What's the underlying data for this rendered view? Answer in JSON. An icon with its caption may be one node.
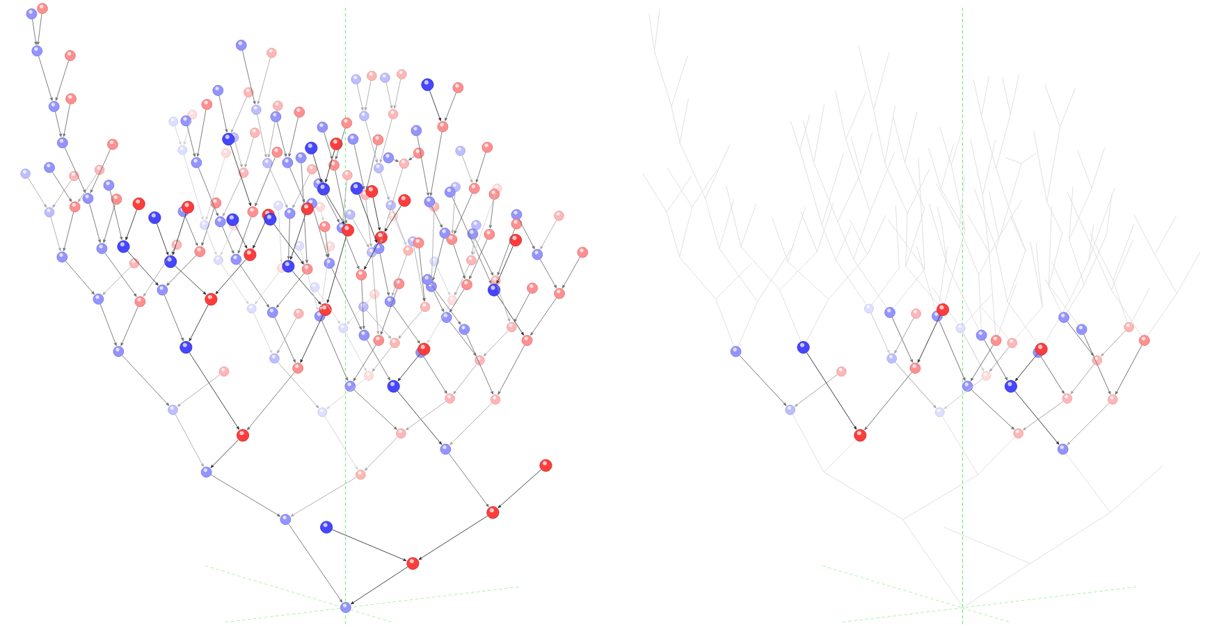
{
  "diagram": {
    "nodes": [
      {
        "text": [],
        "shape": "circle"
      },
      {
        "text": [],
        "shape": "circle"
      },
      {
        "text": [],
        "shape": "circle"
      },
      {
        "text": [],
        "shape": "circle"
      },
      {
        "text": [],
        "shape": "circle"
      },
      {
        "text": [],
        "shape": "circle"
      },
      {
        "text": [],
        "shape": "circle"
      },
      {
        "text": [],
        "shape": "circle"
      },
      {
        "text": [],
        "shape": "circle"
      },
      {
        "text": [],
        "shape": "circle"
      },
      {
        "text": [],
        "shape": "circle"
      },
      {
        "text": [],
        "shape": "circle"
      },
      {
        "text": [],
        "shape": "circle"
      },
      {
        "text": [],
        "shape": "circle"
      },
      {
        "text": [],
        "shape": "circle"
      },
      {
        "text": [],
        "shape": "circle"
      },
      {
        "text": [],
        "shape": "circle"
      },
      {
        "text": [],
        "shape": "circle"
      },
      {
        "text": [],
        "shape": "circle"
      },
      {
        "text": [],
        "shape": "circle"
      },
      {
        "text": [],
        "shape": "circle"
      },
      {
        "text": [],
        "shape": "circle"
      },
      {
        "text": [],
        "shape": "circle"
      },
      {
        "text": [],
        "shape": "circle"
      },
      {
        "text": [],
        "shape": "circle"
      },
      {
        "text": [],
        "shape": "circle"
      },
      {
        "text": [],
        "shape": "circle"
      },
      {
        "text": [],
        "shape": "circle"
      },
      {
        "text": [],
        "shape": "circle"
      },
      {
        "text": [],
        "shape": "circle"
      },
      {
        "text": [],
        "shape": "circle"
      },
      {
        "text": [],
        "shape": "circle"
      },
      {
        "text": [],
        "shape": "circle"
      },
      {
        "text": [],
        "shape": "circle"
      },
      {
        "text": [],
        "shape": "circle"
      },
      {
        "text": [],
        "shape": "circle"
      },
      {
        "text": [],
        "shape": "circle"
      },
      {
        "text": [],
        "shape": "circle"
      },
      {
        "text": [],
        "shape": "circle"
      },
      {
        "text": [],
        "shape": "circle"
      },
      {
        "text": [],
        "shape": "circle"
      },
      {
        "text": [],
        "shape": "circle"
      },
      {
        "text": [],
        "shape": "circle"
      },
      {
        "text": [],
        "shape": "circle"
      },
      {
        "text": [],
        "shape": "circle"
      },
      {
        "text": [],
        "shape": "circle"
      },
      {
        "text": [],
        "shape": "circle"
      },
      {
        "text": [],
        "shape": "circle"
      },
      {
        "text": [],
        "shape": "circle"
      },
      {
        "text": [],
        "shape": "circle"
      },
      {
        "text": [],
        "shape": "circle"
      },
      {
        "text": [],
        "shape": "circle"
      },
      {
        "text": [],
        "shape": "circle"
      },
      {
        "text": [],
        "shape": "circle"
      },
      {
        "text": [],
        "shape": "circle"
      },
      {
        "text": [],
        "shape": "circle"
      },
      {
        "text": [],
        "shape": "circle"
      },
      {
        "text": [],
        "shape": "circle"
      },
      {
        "text": [],
        "shape": "circle"
      },
      {
        "text": [],
        "shape": "circle"
      },
      {
        "text": [],
        "shape": "circle"
      },
      {
        "text": [],
        "shape": "circle"
      },
      {
        "text": [],
        "shape": "circle"
      },
      {
        "text": [],
        "shape": "circle"
      },
      {
        "text": [],
        "shape": "circle"
      },
      {
        "text": [],
        "shape": "circle"
      },
      {
        "text": [],
        "shape": "circle"
      },
      {
        "text": [],
        "shape": "circle"
      },
      {
        "text": [],
        "shape": "circle"
      },
      {
        "text": [],
        "shape": "circle"
      },
      {
        "text": [],
        "shape": "circle"
      },
      {
        "text": [],
        "shape": "circle"
      },
      {
        "text": [],
        "shape": "circle"
      },
      {
        "text": [],
        "shape": "circle"
      },
      {
        "text": [],
        "shape": "circle"
      },
      {
        "text": [],
        "shape": "circle"
      },
      {
        "text": [],
        "shape": "circle"
      },
      {
        "text": [],
        "shape": "circle"
      },
      {
        "text": [],
        "shape": "circle"
      },
      {
        "text": [],
        "shape": "circle"
      },
      {
        "text": [],
        "shape": "circle"
      },
      {
        "text": [],
        "shape": "circle"
      },
      {
        "text": [],
        "shape": "circle"
      },
      {
        "text": [],
        "shape": "circle"
      },
      {
        "text": [],
        "shape": "circle"
      },
      {
        "text": [],
        "shape": "circle"
      },
      {
        "text": [],
        "shape": "circle"
      },
      {
        "text": [],
        "shape": "circle"
      },
      {
        "text": [],
        "shape": "circle"
      },
      {
        "text": [],
        "shape": "circle"
      },
      {
        "text": [],
        "shape": "circle"
      },
      {
        "text": [],
        "shape": "circle"
      },
      {
        "text": [],
        "shape": "circle"
      },
      {
        "text": [],
        "shape": "circle"
      },
      {
        "text": [],
        "shape": "circle"
      },
      {
        "text": [],
        "shape": "circle"
      },
      {
        "text": [],
        "shape": "circle"
      },
      {
        "text": [],
        "shape": "circle"
      },
      {
        "text": [],
        "shape": "circle"
      },
      {
        "text": [],
        "shape": "circle"
      },
      {
        "text": [],
        "shape": "circle"
      },
      {
        "text": [],
        "shape": "circle"
      },
      {
        "text": [],
        "shape": "circle"
      },
      {
        "text": [],
        "shape": "circle"
      },
      {
        "text": [],
        "shape": "circle"
      },
      {
        "text": [],
        "shape": "circle"
      },
      {
        "text": [],
        "shape": "circle"
      },
      {
        "text": [],
        "shape": "circle"
      },
      {
        "text": [],
        "shape": "circle"
      },
      {
        "text": [],
        "shape": "circle"
      },
      {
        "text": [],
        "shape": "circle"
      },
      {
        "text": [],
        "shape": "circle"
      },
      {
        "text": [],
        "shape": "circle"
      },
      {
        "text": [],
        "shape": "circle"
      },
      {
        "text": [],
        "shape": "circle"
      },
      {
        "text": [],
        "shape": "circle"
      },
      {
        "text": [],
        "shape": "circle"
      },
      {
        "text": [],
        "shape": "circle"
      },
      {
        "text": [],
        "shape": "circle"
      },
      {
        "text": [],
        "shape": "circle"
      },
      {
        "text": [],
        "shape": "circle"
      },
      {
        "text": [],
        "shape": "circle"
      },
      {
        "text": [],
        "shape": "circle"
      },
      {
        "text": [],
        "shape": "circle"
      },
      {
        "text": [],
        "shape": "circle"
      },
      {
        "text": [],
        "shape": "circle"
      },
      {
        "text": [],
        "shape": "circle"
      },
      {
        "text": [],
        "shape": "circle"
      },
      {
        "text": [],
        "shape": "circle"
      },
      {
        "text": [],
        "shape": "circle"
      },
      {
        "text": [],
        "shape": "circle"
      },
      {
        "text": [],
        "shape": "circle"
      },
      {
        "text": [],
        "shape": "circle"
      },
      {
        "text": [],
        "shape": "circle"
      },
      {
        "text": [],
        "shape": "circle"
      },
      {
        "text": [],
        "shape": "circle"
      },
      {
        "text": [],
        "shape": "circle"
      },
      {
        "text": [],
        "shape": "circle"
      },
      {
        "text": [],
        "shape": "circle"
      },
      {
        "text": [],
        "shape": "circle"
      },
      {
        "text": [],
        "shape": "circle"
      },
      {
        "text": [],
        "shape": "circle"
      },
      {
        "text": [],
        "shape": "circle"
      },
      {
        "text": [],
        "shape": "circle"
      },
      {
        "text": [],
        "shape": "circle"
      },
      {
        "text": [],
        "shape": "circle"
      },
      {
        "text": [],
        "shape": "circle"
      },
      {
        "text": [],
        "shape": "circle"
      },
      {
        "text": [],
        "shape": "circle"
      },
      {
        "text": [],
        "shape": "circle"
      },
      {
        "text": [],
        "shape": "circle"
      },
      {
        "text": [],
        "shape": "circle"
      },
      {
        "text": [],
        "shape": "circle"
      },
      {
        "text": [],
        "shape": "circle"
      },
      {
        "text": [],
        "shape": "circle"
      },
      {
        "text": [],
        "shape": "circle"
      },
      {
        "text": [],
        "shape": "circle"
      },
      {
        "text": [],
        "shape": "circle"
      },
      {
        "text": [],
        "shape": "circle"
      },
      {
        "text": [],
        "shape": "circle"
      },
      {
        "text": [],
        "shape": "circle"
      },
      {
        "text": [],
        "shape": "circle"
      },
      {
        "text": [],
        "shape": "circle"
      },
      {
        "text": [],
        "shape": "circle"
      },
      {
        "text": [],
        "shape": "circle"
      },
      {
        "text": [],
        "shape": "circle"
      },
      {
        "text": [],
        "shape": "circle"
      },
      {
        "text": [],
        "shape": "circle"
      },
      {
        "text": [],
        "shape": "circle"
      },
      {
        "text": [],
        "shape": "circle"
      },
      {
        "text": [],
        "shape": "circle"
      },
      {
        "text": [],
        "shape": "circle"
      },
      {
        "text": [],
        "shape": "circle"
      },
      {
        "text": [],
        "shape": "circle"
      },
      {
        "text": [],
        "shape": "circle"
      },
      {
        "text": [],
        "shape": "circle"
      },
      {
        "text": [],
        "shape": "circle"
      },
      {
        "text": [],
        "shape": "circle"
      },
      {
        "text": [],
        "shape": "circle"
      },
      {
        "text": [],
        "shape": "circle"
      },
      {
        "text": [],
        "shape": "circle"
      },
      {
        "text": [],
        "shape": "circle"
      },
      {
        "text": [],
        "shape": "circle"
      },
      {
        "text": [],
        "shape": "circle"
      },
      {
        "text": [],
        "shape": "circle"
      },
      {
        "text": [],
        "shape": "circle"
      },
      {
        "text": [],
        "shape": "circle"
      },
      {
        "text": [],
        "shape": "circle"
      },
      {
        "text": [],
        "shape": "circle"
      },
      {
        "text": [],
        "shape": "circle"
      },
      {
        "text": [],
        "shape": "circle"
      },
      {
        "text": [],
        "shape": "circle"
      },
      {
        "text": [],
        "shape": "circle"
      },
      {
        "text": [],
        "shape": "circle"
      },
      {
        "text": [],
        "shape": "circle"
      },
      {
        "text": [],
        "shape": "circle"
      },
      {
        "text": [],
        "shape": "circle"
      },
      {
        "text": [],
        "shape": "circle"
      },
      {
        "text": [],
        "shape": "circle"
      },
      {
        "text": [],
        "shape": "circle"
      },
      {
        "text": [],
        "shape": "circle"
      },
      {
        "text": [],
        "shape": "circle"
      },
      {
        "text": [],
        "shape": "circle"
      },
      {
        "text": [],
        "shape": "circle"
      },
      {
        "text": [],
        "shape": "circle"
      },
      {
        "text": [],
        "shape": "circle"
      },
      {
        "text": [],
        "shape": "circle"
      },
      {
        "text": [],
        "shape": "circle"
      },
      {
        "text": [],
        "shape": "circle"
      },
      {
        "text": [],
        "shape": "circle"
      },
      {
        "text": [],
        "shape": "circle"
      },
      {
        "text": [],
        "shape": "circle"
      },
      {
        "text": [],
        "shape": "circle"
      },
      {
        "text": [],
        "shape": "circle"
      },
      {
        "text": [],
        "shape": "circle"
      },
      {
        "text": [],
        "shape": "circle"
      },
      {
        "text": [],
        "shape": "circle"
      },
      {
        "text": [],
        "shape": "circle"
      },
      {
        "text": [],
        "shape": "circle"
      },
      {
        "text": [],
        "shape": "circle"
      },
      {
        "text": [],
        "shape": "circle"
      },
      {
        "text": [],
        "shape": "circle"
      },
      {
        "text": [],
        "shape": "circle"
      },
      {
        "text": [],
        "shape": "circle"
      },
      {
        "text": [],
        "shape": "circle"
      }
    ],
    "edges": [
      {
        "from": 1,
        "to": 0,
        "arrow": "to"
      },
      {
        "from": 2,
        "to": 0,
        "arrow": "to",
        "color": "#2b2b2b"
      },
      {
        "from": 3,
        "to": 1,
        "arrow": "to"
      },
      {
        "from": 4,
        "to": 1,
        "arrow": "to",
        "color": "#a6a6a6"
      },
      {
        "from": 5,
        "to": 2,
        "arrow": "to",
        "color": "#2b2b2b"
      },
      {
        "from": 6,
        "to": 2,
        "arrow": "to",
        "color": "#2b2b2b"
      },
      {
        "from": 7,
        "to": 6,
        "arrow": "to"
      },
      {
        "from": 8,
        "to": 6,
        "arrow": "to",
        "color": "#2b2b2b"
      },
      {
        "from": 9,
        "to": 3,
        "arrow": "to",
        "color": "#a6a6a6"
      },
      {
        "from": 10,
        "to": 3,
        "arrow": "to",
        "color": "#2b2b2b"
      },
      {
        "from": 11,
        "to": 4,
        "arrow": "to",
        "color": "#d0d0d0"
      },
      {
        "from": 12,
        "to": 4,
        "arrow": "to",
        "color": "#a6a6a6"
      },
      {
        "from": 13,
        "to": 7,
        "arrow": "to",
        "color": "#2b2b2b"
      },
      {
        "from": 14,
        "to": 7,
        "arrow": "to",
        "color": "#a6a6a6"
      },
      {
        "from": 15,
        "to": 9,
        "arrow": "to"
      },
      {
        "from": 16,
        "to": 9,
        "arrow": "to",
        "color": "#a6a6a6"
      },
      {
        "from": 17,
        "to": 10,
        "arrow": "to",
        "color": "#2b2b2b"
      },
      {
        "from": 18,
        "to": 10,
        "arrow": "to"
      },
      {
        "from": 19,
        "to": 11,
        "arrow": "to",
        "color": "#a6a6a6"
      },
      {
        "from": 20,
        "to": 11,
        "arrow": "to",
        "color": "#d0d0d0"
      },
      {
        "from": 21,
        "to": 12,
        "arrow": "to"
      },
      {
        "from": 22,
        "to": 12,
        "arrow": "to",
        "color": "#a6a6a6"
      },
      {
        "from": 23,
        "to": 13,
        "arrow": "to"
      },
      {
        "from": 24,
        "to": 13,
        "arrow": "to",
        "color": "#2b2b2b"
      },
      {
        "from": 25,
        "to": 22,
        "arrow": "to",
        "color": "#a6a6a6"
      },
      {
        "from": 26,
        "to": 14,
        "arrow": "to"
      },
      {
        "from": 27,
        "to": 15,
        "arrow": "to"
      },
      {
        "from": 28,
        "to": 15,
        "arrow": "to"
      },
      {
        "from": 29,
        "to": 27,
        "arrow": "to"
      },
      {
        "from": 30,
        "to": 27,
        "arrow": "to",
        "color": "#a6a6a6"
      },
      {
        "from": 31,
        "to": 29,
        "arrow": "to",
        "color": "#a6a6a6"
      },
      {
        "from": 32,
        "to": 29,
        "arrow": "to"
      },
      {
        "from": 33,
        "to": 31,
        "arrow": "to",
        "color": "#a6a6a6"
      },
      {
        "from": 34,
        "to": 31,
        "arrow": "to",
        "color": "#a6a6a6"
      },
      {
        "from": 35,
        "to": 32,
        "arrow": "to"
      },
      {
        "from": 36,
        "to": 32,
        "arrow": "to",
        "color": "#a6a6a6"
      },
      {
        "from": 37,
        "to": 28,
        "arrow": "to"
      },
      {
        "from": 38,
        "to": 28,
        "arrow": "to",
        "color": "#a6a6a6"
      },
      {
        "from": 39,
        "to": 37,
        "arrow": "to"
      },
      {
        "from": 40,
        "to": 37,
        "arrow": "to"
      },
      {
        "from": 41,
        "to": 39,
        "arrow": "to"
      },
      {
        "from": 42,
        "to": 39,
        "arrow": "to"
      },
      {
        "from": 43,
        "to": 41,
        "arrow": "to"
      },
      {
        "from": 44,
        "to": 41,
        "arrow": "to"
      },
      {
        "from": 45,
        "to": 43,
        "arrow": "to"
      },
      {
        "from": 46,
        "to": 43,
        "arrow": "to"
      },
      {
        "from": 47,
        "to": 45,
        "arrow": "to"
      },
      {
        "from": 48,
        "to": 45,
        "arrow": "to"
      },
      {
        "from": 49,
        "to": 17,
        "arrow": "to"
      },
      {
        "from": 50,
        "to": 17,
        "arrow": "to",
        "color": "#2b2b2b"
      },
      {
        "from": 51,
        "to": 49,
        "arrow": "to",
        "color": "#2b2b2b"
      },
      {
        "from": 52,
        "to": 49,
        "arrow": "to"
      },
      {
        "from": 53,
        "to": 51,
        "arrow": "to"
      },
      {
        "from": 54,
        "to": 51,
        "arrow": "to",
        "color": "#2b2b2b"
      },
      {
        "from": 55,
        "to": 52,
        "arrow": "to"
      },
      {
        "from": 56,
        "to": 52,
        "arrow": "to"
      },
      {
        "from": 57,
        "to": 50,
        "arrow": "to",
        "color": "#2b2b2b"
      },
      {
        "from": 58,
        "to": 50,
        "arrow": "to",
        "color": "#2b2b2b"
      },
      {
        "from": 59,
        "to": 57,
        "arrow": "to",
        "color": "#2b2b2b"
      },
      {
        "from": 60,
        "to": 57,
        "arrow": "to",
        "color": "#2b2b2b"
      },
      {
        "from": 61,
        "to": 58,
        "arrow": "to",
        "color": "#2b2b2b"
      },
      {
        "from": 62,
        "to": 58,
        "arrow": "to",
        "color": "#2b2b2b"
      },
      {
        "from": 63,
        "to": 18,
        "arrow": "to"
      },
      {
        "from": 64,
        "to": 18,
        "arrow": "to",
        "color": "#2b2b2b"
      },
      {
        "from": 65,
        "to": 63,
        "arrow": "to"
      },
      {
        "from": 66,
        "to": 63,
        "arrow": "to"
      },
      {
        "from": 67,
        "to": 65,
        "arrow": "to"
      },
      {
        "from": 68,
        "to": 65,
        "arrow": "to"
      },
      {
        "from": 69,
        "to": 19,
        "arrow": "to",
        "color": "#d0d0d0"
      },
      {
        "from": 70,
        "to": 19,
        "arrow": "to",
        "color": "#a6a6a6"
      },
      {
        "from": 71,
        "to": 20,
        "arrow": "to",
        "color": "#d0d0d0"
      },
      {
        "from": 72,
        "to": 20,
        "arrow": "to",
        "color": "#a6a6a6"
      },
      {
        "from": 73,
        "to": 21,
        "arrow": "to"
      },
      {
        "from": 74,
        "to": 21,
        "arrow": "to"
      },
      {
        "from": 75,
        "to": 22,
        "arrow": "to"
      },
      {
        "from": 76,
        "to": 25,
        "arrow": "to"
      },
      {
        "from": 77,
        "to": 25,
        "arrow": "to",
        "color": "#a6a6a6"
      },
      {
        "from": 78,
        "to": 14,
        "arrow": "to"
      },
      {
        "from": 79,
        "to": 26,
        "arrow": "to",
        "color": "#2b2b2b"
      },
      {
        "from": 80,
        "to": 26,
        "arrow": "to"
      },
      {
        "from": 81,
        "to": 23,
        "arrow": "to"
      },
      {
        "from": 82,
        "to": 23,
        "arrow": "to"
      },
      {
        "from": 83,
        "to": 24,
        "arrow": "to"
      },
      {
        "from": 84,
        "to": 24,
        "arrow": "to",
        "color": "#d0d0d0"
      },
      {
        "from": 85,
        "to": 69,
        "arrow": "to",
        "color": "#d0d0d0"
      },
      {
        "from": 86,
        "to": 69,
        "arrow": "to",
        "color": "#d0d0d0"
      },
      {
        "from": 87,
        "to": 85,
        "arrow": "to",
        "color": "#d0d0d0"
      },
      {
        "from": 88,
        "to": 85,
        "arrow": "to",
        "color": "#d0d0d0"
      },
      {
        "from": 89,
        "to": 87,
        "arrow": "to",
        "color": "#d0d0d0"
      },
      {
        "from": 90,
        "to": 87,
        "arrow": "to",
        "color": "#d0d0d0"
      },
      {
        "from": 91,
        "to": 89,
        "arrow": "to",
        "color": "#d0d0d0"
      },
      {
        "from": 92,
        "to": 89,
        "arrow": "to",
        "color": "#d0d0d0"
      },
      {
        "from": 93,
        "to": 71,
        "arrow": "to",
        "color": "#d0d0d0"
      },
      {
        "from": 94,
        "to": 71,
        "arrow": "to",
        "color": "#d0d0d0"
      },
      {
        "from": 95,
        "to": 72,
        "arrow": "to",
        "color": "#a6a6a6"
      },
      {
        "from": 96,
        "to": 72,
        "arrow": "to",
        "color": "#a6a6a6"
      },
      {
        "from": 97,
        "to": 67,
        "arrow": "to"
      },
      {
        "from": 98,
        "to": 67,
        "arrow": "to",
        "color": "#a6a6a6"
      },
      {
        "from": 99,
        "to": 97,
        "arrow": "to"
      },
      {
        "from": 100,
        "to": 97,
        "arrow": "to"
      },
      {
        "from": 101,
        "to": 98,
        "arrow": "to",
        "color": "#a6a6a6"
      },
      {
        "from": 102,
        "to": 98,
        "arrow": "to",
        "color": "#a6a6a6"
      },
      {
        "from": 103,
        "to": 68,
        "arrow": "to",
        "color": "#2b2b2b"
      },
      {
        "from": 104,
        "to": 68,
        "arrow": "to"
      },
      {
        "from": 105,
        "to": 103,
        "arrow": "to"
      },
      {
        "from": 106,
        "to": 103,
        "arrow": "to",
        "color": "#a6a6a6"
      },
      {
        "from": 107,
        "to": 64,
        "arrow": "to",
        "color": "#2b2b2b"
      },
      {
        "from": 108,
        "to": 64,
        "arrow": "to",
        "color": "#2b2b2b"
      },
      {
        "from": 109,
        "to": 107,
        "arrow": "to"
      },
      {
        "from": 110,
        "to": 107,
        "arrow": "to",
        "color": "#2b2b2b"
      },
      {
        "from": 111,
        "to": 109,
        "arrow": "to",
        "color": "#a6a6a6"
      },
      {
        "from": 112,
        "to": 109,
        "arrow": "to",
        "color": "#a6a6a6"
      },
      {
        "from": 113,
        "to": 111,
        "arrow": "to",
        "color": "#a6a6a6"
      },
      {
        "from": 114,
        "to": 111,
        "arrow": "to",
        "color": "#a6a6a6"
      },
      {
        "from": 115,
        "to": 113,
        "arrow": "to"
      },
      {
        "from": 116,
        "to": 113,
        "arrow": "to",
        "color": "#a6a6a6"
      },
      {
        "from": 117,
        "to": 110,
        "arrow": "to"
      },
      {
        "from": 118,
        "to": 117,
        "arrow": "to"
      },
      {
        "from": 119,
        "to": 117,
        "arrow": "to"
      },
      {
        "from": 120,
        "to": 66,
        "arrow": "to",
        "color": "#2b2b2b"
      },
      {
        "from": 121,
        "to": 66,
        "arrow": "to"
      },
      {
        "from": 122,
        "to": 86,
        "arrow": "to",
        "color": "#d0d0d0"
      },
      {
        "from": 123,
        "to": 73,
        "arrow": "to",
        "color": "#d0d0d0"
      },
      {
        "from": 124,
        "to": 73,
        "arrow": "to",
        "color": "#d0d0d0"
      },
      {
        "from": 125,
        "to": 74,
        "arrow": "to",
        "color": "#a6a6a6"
      },
      {
        "from": 126,
        "to": 74,
        "arrow": "to"
      },
      {
        "from": 127,
        "to": 81,
        "arrow": "to"
      },
      {
        "from": 128,
        "to": 81,
        "arrow": "to"
      },
      {
        "from": 129,
        "to": 82,
        "arrow": "to"
      },
      {
        "from": 130,
        "to": 82,
        "arrow": "to",
        "color": "#2b2b2b"
      },
      {
        "from": 131,
        "to": 83,
        "arrow": "to"
      },
      {
        "from": 132,
        "to": 83,
        "arrow": "to",
        "color": "#a6a6a6"
      },
      {
        "from": 133,
        "to": 84,
        "arrow": "to",
        "color": "#d0d0d0"
      },
      {
        "from": 134,
        "to": 84,
        "arrow": "to",
        "color": "#a6a6a6"
      },
      {
        "from": 135,
        "to": 76,
        "arrow": "to"
      },
      {
        "from": 136,
        "to": 76,
        "arrow": "to"
      },
      {
        "from": 137,
        "to": 77,
        "arrow": "to",
        "color": "#a6a6a6"
      },
      {
        "from": 138,
        "to": 77,
        "arrow": "to"
      },
      {
        "from": 139,
        "to": 78,
        "arrow": "to"
      },
      {
        "from": 140,
        "to": 80,
        "arrow": "to"
      },
      {
        "from": 141,
        "to": 80,
        "arrow": "to"
      },
      {
        "from": 142,
        "to": 140,
        "arrow": "to"
      },
      {
        "from": 143,
        "to": 140,
        "arrow": "to",
        "color": "#a6a6a6"
      },
      {
        "from": 144,
        "to": 79,
        "arrow": "to"
      },
      {
        "from": 145,
        "to": 79,
        "arrow": "to",
        "color": "#2b2b2b"
      },
      {
        "from": 146,
        "to": 96,
        "arrow": "to",
        "color": "#a6a6a6"
      },
      {
        "from": 147,
        "to": 96,
        "arrow": "to"
      },
      {
        "from": 148,
        "to": 125,
        "arrow": "to",
        "color": "#a6a6a6"
      },
      {
        "from": 149,
        "to": 125,
        "arrow": "to",
        "color": "#a6a6a6"
      },
      {
        "from": 150,
        "to": 149,
        "arrow": "to"
      },
      {
        "from": 151,
        "to": 149,
        "arrow": "to"
      },
      {
        "from": 152,
        "to": 131,
        "arrow": "to",
        "color": "#2b2b2b"
      },
      {
        "from": 153,
        "to": 131,
        "arrow": "to",
        "color": "#a6a6a6"
      },
      {
        "from": 154,
        "to": 153,
        "arrow": "to"
      },
      {
        "from": 155,
        "to": 153,
        "arrow": "to"
      },
      {
        "from": 156,
        "to": 132,
        "arrow": "to",
        "color": "#a6a6a6"
      },
      {
        "from": 157,
        "to": 132,
        "arrow": "to",
        "color": "#d0d0d0"
      },
      {
        "from": 158,
        "to": 156,
        "arrow": "to",
        "color": "#a6a6a6"
      },
      {
        "from": 159,
        "to": 158,
        "arrow": "to",
        "color": "#a6a6a6"
      },
      {
        "from": 160,
        "to": 158,
        "arrow": "to",
        "color": "#a6a6a6"
      },
      {
        "from": 161,
        "to": 159,
        "arrow": "to",
        "color": "#a6a6a6"
      },
      {
        "from": 162,
        "to": 159,
        "arrow": "to",
        "color": "#a6a6a6"
      },
      {
        "from": 163,
        "to": 160,
        "arrow": "to",
        "color": "#a6a6a6"
      },
      {
        "from": 164,
        "to": 160,
        "arrow": "to",
        "color": "#a6a6a6"
      },
      {
        "from": 165,
        "to": 130,
        "arrow": "to",
        "color": "#2b2b2b"
      },
      {
        "from": 166,
        "to": 130,
        "arrow": "to",
        "color": "#2b2b2b"
      },
      {
        "from": 167,
        "to": 135,
        "arrow": "to"
      },
      {
        "from": 168,
        "to": 135,
        "arrow": "to",
        "color": "#a6a6a6"
      },
      {
        "from": 169,
        "to": 167,
        "arrow": "to"
      },
      {
        "from": 170,
        "to": 169,
        "arrow": "to"
      },
      {
        "from": 171,
        "to": 169,
        "arrow": "to"
      },
      {
        "from": 172,
        "to": 171,
        "arrow": "to",
        "color": "#2b2b2b"
      },
      {
        "from": 173,
        "to": 171,
        "arrow": "to"
      },
      {
        "from": 174,
        "to": 136,
        "arrow": "to"
      },
      {
        "from": 175,
        "to": 136,
        "arrow": "to"
      },
      {
        "from": 176,
        "to": 174,
        "arrow": "to",
        "color": "#a6a6a6"
      },
      {
        "from": 177,
        "to": 174,
        "arrow": "to"
      },
      {
        "from": 178,
        "to": 177,
        "arrow": "to",
        "color": "#a6a6a6"
      },
      {
        "from": 179,
        "to": 177,
        "arrow": "to"
      },
      {
        "from": 180,
        "to": 175,
        "arrow": "to"
      },
      {
        "from": 181,
        "to": 137,
        "arrow": "to"
      },
      {
        "from": 182,
        "to": 137,
        "arrow": "to"
      },
      {
        "from": 183,
        "to": 134,
        "arrow": "to",
        "color": "#a6a6a6"
      },
      {
        "from": 184,
        "to": 134,
        "arrow": "to",
        "color": "#d0d0d0"
      },
      {
        "from": 185,
        "to": 108,
        "arrow": "to",
        "color": "#2b2b2b"
      },
      {
        "from": 186,
        "to": 108,
        "arrow": "to"
      },
      {
        "from": 187,
        "to": 185,
        "arrow": "to",
        "color": "#2b2b2b"
      },
      {
        "from": 188,
        "to": 185,
        "arrow": "to",
        "color": "#2b2b2b"
      },
      {
        "from": 189,
        "to": 186,
        "arrow": "to"
      },
      {
        "from": 190,
        "to": 186,
        "arrow": "to"
      },
      {
        "from": 191,
        "to": 129,
        "arrow": "to"
      },
      {
        "from": 192,
        "to": 129,
        "arrow": "to",
        "color": "#a6a6a6"
      },
      {
        "from": 193,
        "to": 128,
        "arrow": "to",
        "color": "#d0d0d0"
      },
      {
        "from": 194,
        "to": 195,
        "arrow": "to"
      },
      {
        "from": 197,
        "to": 195,
        "arrow": "to",
        "color": "#a6a6a6"
      },
      {
        "from": 196,
        "to": 198,
        "arrow": "to",
        "color": "#2b2b2b"
      },
      {
        "from": 205,
        "to": 198,
        "arrow": "to"
      },
      {
        "from": 199,
        "to": 204,
        "arrow": "to",
        "color": "#d0d0d0"
      },
      {
        "from": 201,
        "to": 204,
        "arrow": "to",
        "color": "#a6a6a6"
      },
      {
        "from": 200,
        "to": 205,
        "arrow": "to"
      },
      {
        "from": 202,
        "to": 205,
        "arrow": "to",
        "color": "#2b2b2b"
      },
      {
        "from": 204,
        "to": 206,
        "arrow": "to",
        "color": "#a6a6a6"
      },
      {
        "from": 212,
        "to": 206,
        "arrow": "to",
        "color": "#d0d0d0"
      },
      {
        "from": 207,
        "to": 212,
        "arrow": "to",
        "color": "#d0d0d0"
      },
      {
        "from": 211,
        "to": 212,
        "arrow": "to",
        "color": "#a6a6a6"
      },
      {
        "from": 203,
        "to": 208,
        "arrow": "to"
      },
      {
        "from": 210,
        "to": 208,
        "arrow": "to"
      },
      {
        "from": 209,
        "to": 213,
        "arrow": "to"
      },
      {
        "from": 214,
        "to": 213,
        "arrow": "to",
        "color": "#2b2b2b"
      },
      {
        "from": 215,
        "to": 222,
        "arrow": "to"
      },
      {
        "from": 221,
        "to": 222,
        "arrow": "to",
        "color": "#a6a6a6"
      },
      {
        "from": 208,
        "to": 216,
        "arrow": "to"
      },
      {
        "from": 222,
        "to": 216,
        "arrow": "to",
        "color": "#a6a6a6"
      },
      {
        "from": 217,
        "to": 221,
        "arrow": "to"
      },
      {
        "from": 219,
        "to": 221,
        "arrow": "to",
        "color": "#a6a6a6"
      },
      {
        "from": 218,
        "to": 223,
        "arrow": "to"
      },
      {
        "from": 220,
        "to": 223,
        "arrow": "to"
      },
      {
        "from": 213,
        "to": 224,
        "arrow": "to",
        "color": "#2b2b2b"
      },
      {
        "from": 223,
        "to": 224,
        "arrow": "to",
        "color": "#a6a6a6"
      }
    ]
  }
}
